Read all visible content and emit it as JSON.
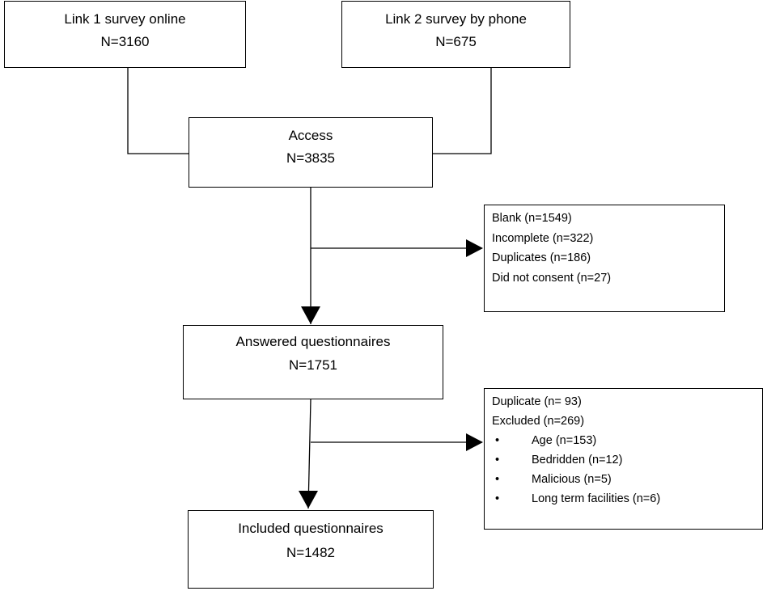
{
  "boxes": {
    "link1": {
      "title": "Link 1 survey online",
      "count": "N=3160"
    },
    "link2": {
      "title": "Link 2 survey by phone",
      "count": "N=675"
    },
    "access": {
      "title": "Access",
      "count": "N=3835"
    },
    "answered": {
      "title": "Answered questionnaires",
      "count": "N=1751"
    },
    "included": {
      "title": "Included questionnaires",
      "count": "N=1482"
    }
  },
  "exclusion1": {
    "items": [
      "Blank (n=1549)",
      "Incomplete (n=322)",
      "Duplicates (n=186)",
      "Did not consent (n=27)"
    ]
  },
  "exclusion2": {
    "duplicate": "Duplicate (n= 93)",
    "excluded": "Excluded (n=269)",
    "bullet_glyph": "•",
    "bullets": [
      "Age (n=153)",
      "Bedridden (n=12)",
      "Malicious (n=5)",
      "Long term facilities (n=6)"
    ]
  }
}
